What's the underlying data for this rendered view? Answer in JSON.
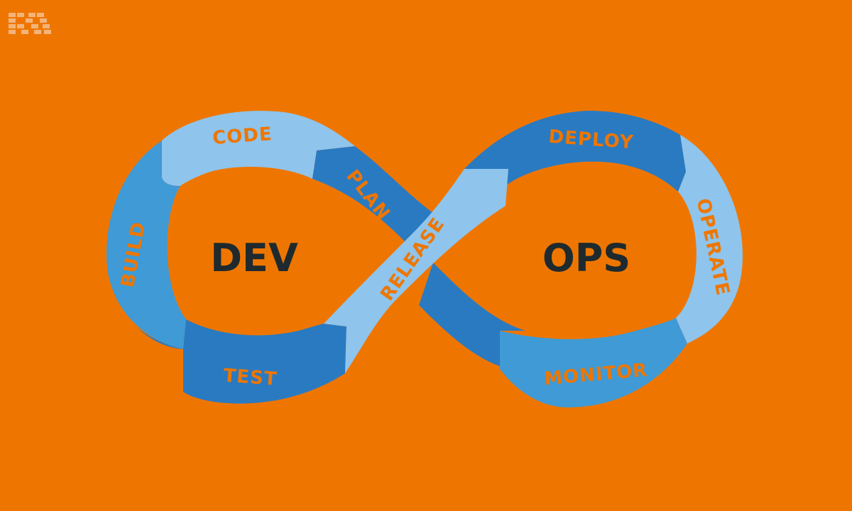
{
  "colors": {
    "background": "#EE7600",
    "light_blue": "#8FC4EC",
    "mid_blue": "#3F9AD6",
    "dark_blue": "#2A7AC2",
    "stage_text": "#EE7600",
    "center_text": "#1F2A2E"
  },
  "center": {
    "dev": "DEV",
    "ops": "OPS"
  },
  "stages": {
    "code": "CODE",
    "plan": "PLAN",
    "build": "BUILD",
    "test": "TEST",
    "release": "RELEASE",
    "deploy": "DEPLOY",
    "operate": "OPERATE",
    "monitor": "MONITOR"
  },
  "logo": {
    "icon": "grid-logo-icon"
  }
}
